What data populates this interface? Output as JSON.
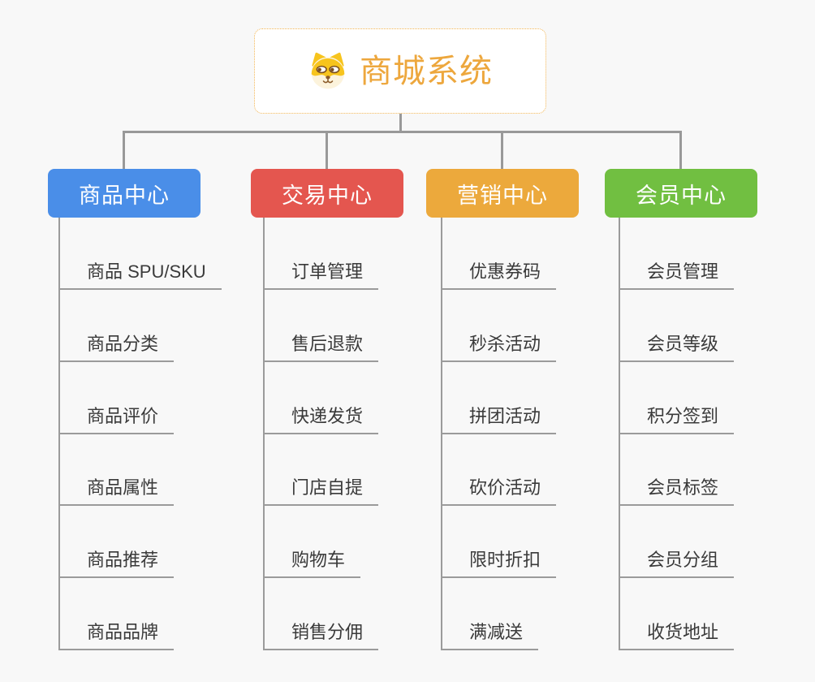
{
  "page": {
    "background": "#F8F8F8",
    "connector_color": "#999999"
  },
  "root": {
    "title": "商城系统",
    "icon": "shiba-dog-icon",
    "title_color": "#EDA73D",
    "border_color": "#F2B553",
    "background": "#FFFFFF"
  },
  "branches": [
    {
      "label": "商品中心",
      "color": "#4A8EE8",
      "items": [
        "商品 SPU/SKU",
        "商品分类",
        "商品评价",
        "商品属性",
        "商品推荐",
        "商品品牌"
      ]
    },
    {
      "label": "交易中心",
      "color": "#E4564F",
      "items": [
        "订单管理",
        "售后退款",
        "快递发货",
        "门店自提",
        "购物车",
        "销售分佣"
      ]
    },
    {
      "label": "营销中心",
      "color": "#ECA93C",
      "items": [
        "优惠券码",
        "秒杀活动",
        "拼团活动",
        "砍价活动",
        "限时折扣",
        "满减送"
      ]
    },
    {
      "label": "会员中心",
      "color": "#71BF41",
      "items": [
        "会员管理",
        "会员等级",
        "积分签到",
        "会员标签",
        "会员分组",
        "收货地址"
      ]
    }
  ]
}
